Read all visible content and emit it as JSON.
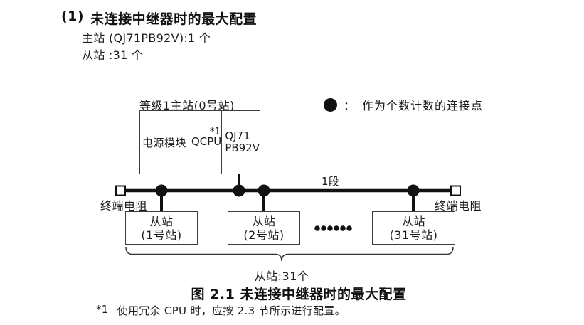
{
  "header": {
    "number": "(1)",
    "title": "未连接中继器时的最大配置",
    "line1": "主站 (QJ71PB92V):1 个",
    "line2": "从站 :31 个"
  },
  "diagram": {
    "master_label": "等级1主站(0号站)",
    "master_cells": {
      "power": "电源模块",
      "cpu": "QCPU",
      "cpu_note": "*1",
      "pb_line1": "QJ71",
      "pb_line2": "PB92V"
    },
    "legend": {
      "colon": "：",
      "text": "作为个数计数的连接点"
    },
    "segment_label": "1段",
    "terminator_left": "终端电阻",
    "terminator_right": "终端电阻",
    "slaves": [
      {
        "line1": "从站",
        "line2": "(1号站)"
      },
      {
        "line1": "从站",
        "line2": "(2号站)"
      },
      {
        "line1": "从站",
        "line2": "(31号站)"
      }
    ],
    "brace_label": "从站:31个"
  },
  "caption": "图 2.1 未连接中继器时的最大配置",
  "footnote": {
    "marker": "*1",
    "text": "使用冗余 CPU 时，应按 2.3 节所示进行配置。"
  },
  "colors": {
    "ink": "#111111",
    "box_border": "#3d3d3d",
    "text": "#1c1c1c"
  }
}
